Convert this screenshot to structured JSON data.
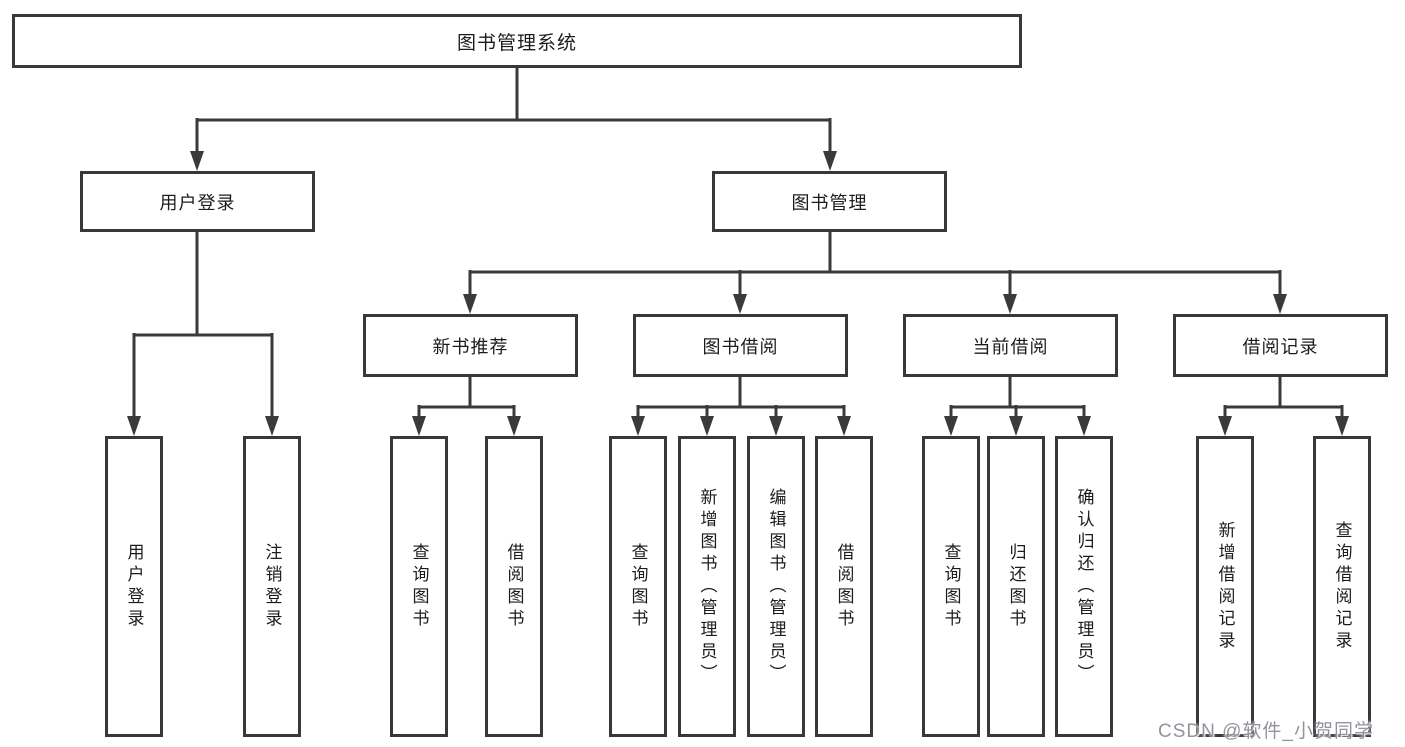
{
  "diagram": {
    "type": "hierarchy-tree",
    "title": "图书管理系统",
    "colors": {
      "background": "#ffffff",
      "line": "#3a3a3a",
      "box_border": "#383838",
      "text": "#1c1c1c",
      "watermark_text": "#92959b"
    },
    "root": {
      "label": "图书管理系统"
    },
    "level2": [
      {
        "label": "用户登录"
      },
      {
        "label": "图书管理"
      }
    ],
    "level3": [
      {
        "label": "新书推荐",
        "parent": "图书管理"
      },
      {
        "label": "图书借阅",
        "parent": "图书管理"
      },
      {
        "label": "当前借阅",
        "parent": "图书管理"
      },
      {
        "label": "借阅记录",
        "parent": "图书管理"
      }
    ],
    "leaves": {
      "user_login": [
        "用户登录",
        "注销登录"
      ],
      "new_book_rec": [
        "查询图书",
        "借阅图书"
      ],
      "book_borrow": [
        "查询图书",
        "新增图书（管理员）",
        "编辑图书（管理员）",
        "借阅图书"
      ],
      "current_borrow": [
        "查询图书",
        "归还图书",
        "确认归还（管理员）"
      ],
      "borrow_records": [
        "新增借阅记录",
        "查询借阅记录"
      ]
    },
    "watermark": "CSDN @软件_小贺同学"
  }
}
